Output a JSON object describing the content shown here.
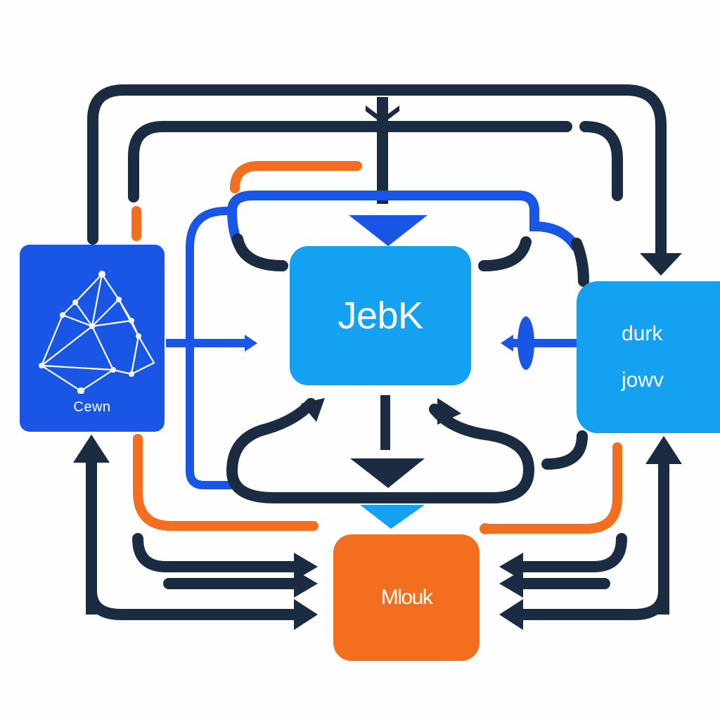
{
  "colors": {
    "navy": "#1a2b42",
    "royal_blue": "#1a56e6",
    "sky_blue": "#14a1f1",
    "orange": "#f36f1f",
    "white": "#ffffff"
  },
  "nodes": {
    "left": {
      "label": "Cewn",
      "color": "#1a56e6",
      "icon": "network-graph-icon"
    },
    "center": {
      "label": "JebK",
      "color": "#14a1f1"
    },
    "right": {
      "line1": "durk",
      "line2": "jowv",
      "color": "#14a1f1"
    },
    "bottom": {
      "label": "Mlouk",
      "color": "#f36f1f"
    }
  },
  "connector_colors": [
    "navy",
    "royal_blue",
    "sky_blue",
    "orange"
  ]
}
